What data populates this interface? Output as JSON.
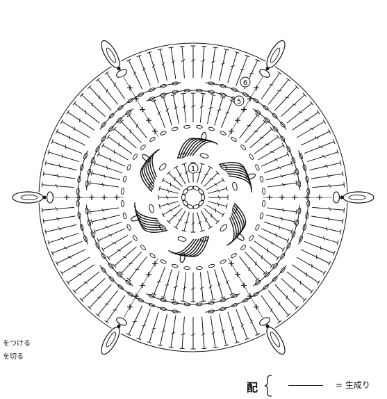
{
  "markers": {
    "round_1": "1",
    "round_5": "5",
    "round_6": "6"
  },
  "notes": {
    "line1": "をつける",
    "line2": "を切る"
  },
  "legend": {
    "label": "配",
    "text": "= 生成り"
  },
  "colors": {
    "ink": "#111111",
    "background": "#ffffff"
  }
}
